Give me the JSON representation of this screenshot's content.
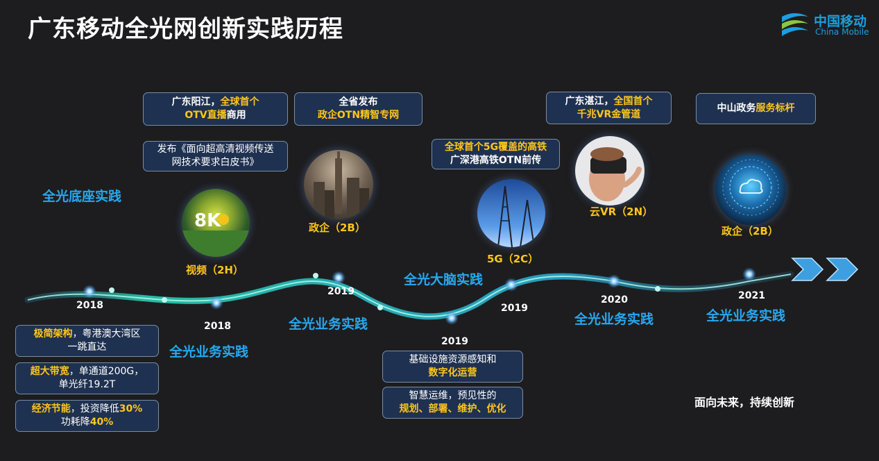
{
  "title": "广东移动全光网创新实践历程",
  "logo": {
    "cn": "中国移动",
    "en": "China Mobile"
  },
  "years": [
    "2018",
    "2018",
    "2019",
    "2019",
    "2019",
    "2020",
    "2021"
  ],
  "practices": [
    "全光底座实践",
    "全光业务实践",
    "全光业务实践",
    "全光大脑实践",
    "全光业务实践",
    "全光业务实践"
  ],
  "tags": [
    "视频（2H）",
    "政企（2B）",
    "5G（2C）",
    "云VR（2N）",
    "政企（2B）"
  ],
  "top_boxes": {
    "yangjiang": {
      "a": "广东阳江，",
      "b": "全球首个",
      "c": "OTV直播",
      "d": "商用"
    },
    "whitepaper": {
      "line1": "发布《面向超高清视频传送",
      "line2": "网技术要求白皮书》"
    },
    "province": {
      "line1": "全省发布",
      "line2": "政企OTN精智专网"
    },
    "rail": {
      "line1": "全球首个5G覆盖的高铁",
      "line2": "广深港高铁OTN前传"
    },
    "zhanjiang": {
      "a": "广东湛江，",
      "b": "全国首个",
      "c": "千兆VR金管道"
    },
    "zhongshan": {
      "a": "中山政务",
      "b": "服务标杆"
    }
  },
  "left_boxes": [
    {
      "hl": "极简架构",
      "rest": "，粤港澳大湾区",
      "line2": "一跳直达"
    },
    {
      "hl": "超大带宽",
      "rest": "，单通道200G，",
      "line2": "单光纤19.2T"
    },
    {
      "hl": "经济节能",
      "rest": "，投资降低",
      "hl2": "30%",
      "line2a": "功耗降",
      "line2b": "40%"
    }
  ],
  "bottom_boxes": [
    {
      "line1": "基础设施资源感知和",
      "line2": "数字化运营"
    },
    {
      "line1": "智慧运维，预见性的",
      "line2": "规划、部署、维护、优化"
    }
  ],
  "images": [
    "8k-stadium-image",
    "city-skyline-image",
    "5g-tower-image",
    "vr-headset-image",
    "cloud-network-image"
  ],
  "footer": "面向未来，持续创新",
  "colors": {
    "accent": "#27a8ef",
    "highlight": "#ffc61a",
    "wave": "#29d6b8",
    "box_bg": "#1f3150"
  }
}
